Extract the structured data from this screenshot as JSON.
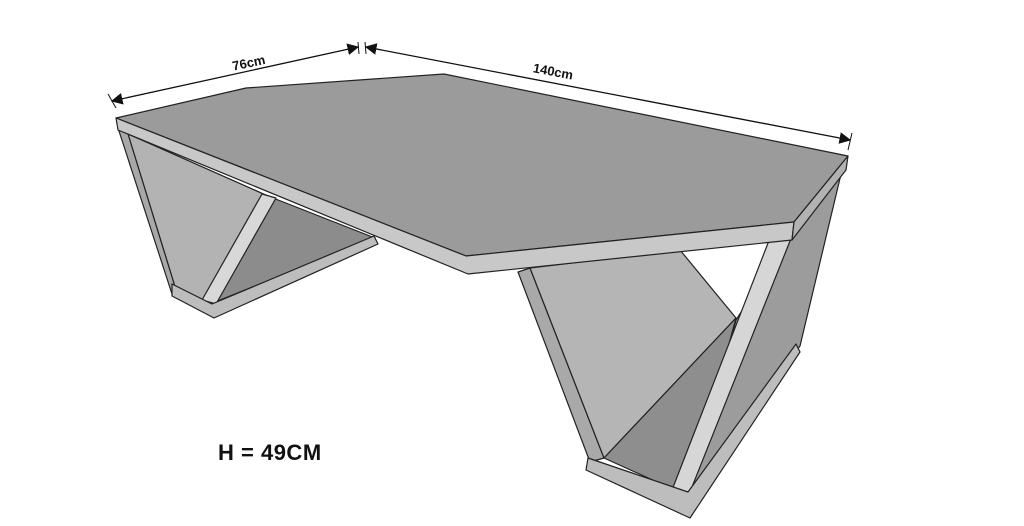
{
  "dimensions": {
    "depth_label": "76cm",
    "length_label": "140cm",
    "height_label": "H = 49CM"
  },
  "colors": {
    "top_surface": "#9a9a9a",
    "top_edge": "#c4c4c4",
    "panel_outer": "#a6a6a6",
    "panel_inner": "#8a8a8a",
    "strut": "#d6d6d6",
    "base": "#bcbcbc",
    "outline": "#222222",
    "dimension_line": "#111111"
  }
}
